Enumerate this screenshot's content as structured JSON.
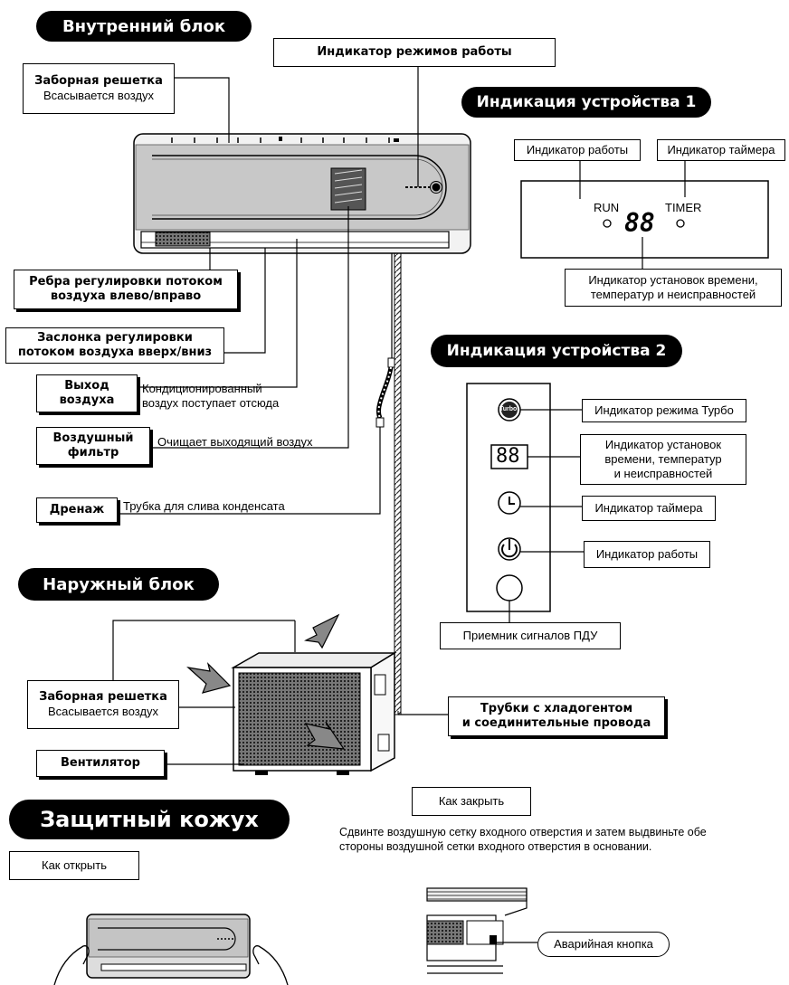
{
  "headers": {
    "indoor": "Внутренний блок",
    "display1": "Индикация устройства 1",
    "display2": "Индикация устройства 2",
    "outdoor": "Наружный блок",
    "cover": "Защитный кожух"
  },
  "indoor": {
    "mode_indicator": "Индикатор режимов работы",
    "intake_title": "Заборная решетка",
    "intake_text": "Всасывается воздух",
    "lr_fins_line1": "Ребра регулировки потоком",
    "lr_fins_line2": "воздуха влево/вправо",
    "flap_line1": "Заслонка регулировки",
    "flap_line2": "потоком воздуха вверх/вниз",
    "outlet_line1": "Выход",
    "outlet_line2": "воздуха",
    "outlet_text1": "Кондиционированный",
    "outlet_text2": "воздух поступает отсюда",
    "filter_line1": "Воздушный",
    "filter_line2": "фильтр",
    "filter_text": "Очищает выходящий воздух",
    "drain_title": "Дренаж",
    "drain_text": "Трубка для слива конденсата"
  },
  "display1": {
    "run_indicator": "Индикатор работы",
    "timer_indicator": "Индикатор таймера",
    "run": "RUN",
    "timer": "TIMER",
    "digits": "88",
    "settings_line1": "Индикатор установок времени,",
    "settings_line2": "температур и неисправностей"
  },
  "display2": {
    "turbo": "Индикатор режима Турбо",
    "turbo_icon": "Turbo",
    "digits": "88",
    "settings_line1": "Индикатор установок",
    "settings_line2": "времени, температур",
    "settings_line3": "и неисправностей",
    "timer": "Индикатор таймера",
    "run": "Индикатор работы",
    "receiver": "Приемник сигналов ПДУ"
  },
  "outdoor": {
    "pipes_line1": "Трубки с хладогентом",
    "pipes_line2": "и соединительные провода",
    "intake_title": "Заборная решетка",
    "intake_text": "Всасывается воздух",
    "fan": "Вентилятор"
  },
  "cover": {
    "how_open": "Как открыть",
    "how_close": "Как закрыть",
    "close_line1": "Сдвинте воздушную сетку входного отверстия и затем выдвиньте обе",
    "close_line2": "стороны воздушной сетки входного отверстия в основании.",
    "emergency": "Аварийная кнопка"
  }
}
